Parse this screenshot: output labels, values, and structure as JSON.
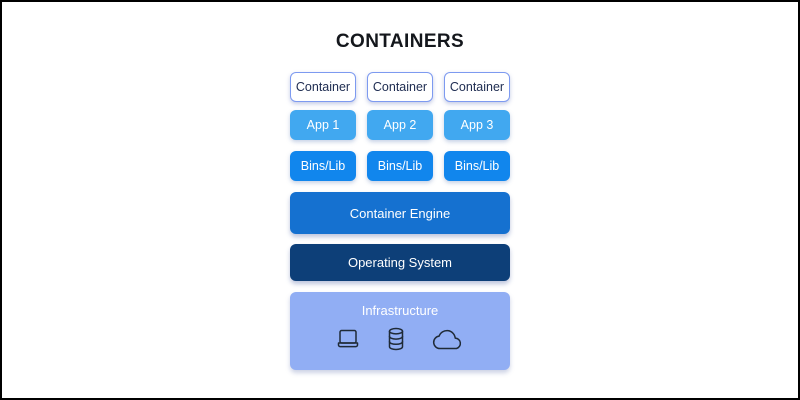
{
  "page": {
    "title": "CONTAINERS"
  },
  "diagram": {
    "containers": [
      "Container",
      "Container",
      "Container"
    ],
    "apps": [
      "App 1",
      "App 2",
      "App 3"
    ],
    "bins": [
      "Bins/Lib",
      "Bins/Lib",
      "Bins/Lib"
    ],
    "engine_label": "Container Engine",
    "os_label": "Operating System",
    "infrastructure": {
      "label": "Infrastructure",
      "icons": [
        "laptop-icon",
        "database-icon",
        "cloud-icon"
      ]
    },
    "colors": {
      "container_border": "#7d9af0",
      "container_text": "#1d2b50",
      "app_bg": "#41a8f0",
      "bins_bg": "#1186ed",
      "engine_bg": "#1571d0",
      "os_bg": "#0d3f78",
      "infra_bg": "#91aef4",
      "icon_stroke": "#1f2a37"
    }
  }
}
